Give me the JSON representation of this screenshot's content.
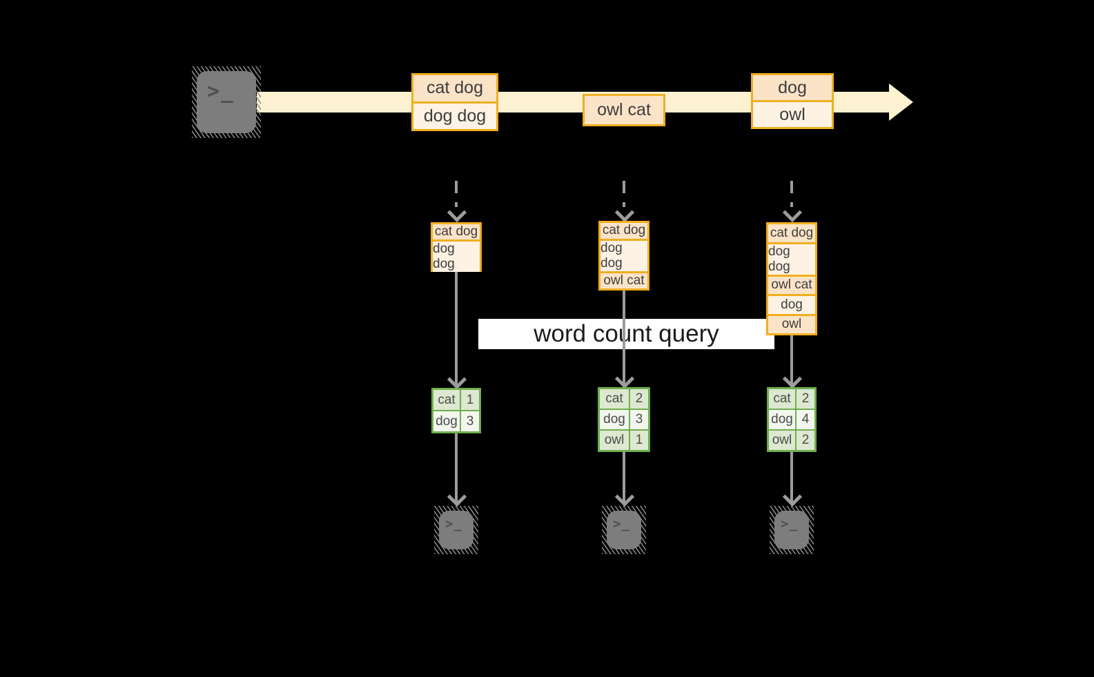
{
  "colors": {
    "background": "#000000",
    "stream_band": "#fcf2d1",
    "record_border_gold": "#f0ae1f",
    "record_cell_peach": "#fbe3c8",
    "record_cell_cream": "#fdf2e4",
    "table_border_green": "#6fae4e",
    "table_cell_sage": "#dce8d0",
    "table_cell_light": "#f3f6ee",
    "connector_grey": "#9c9c9c",
    "terminal_grey": "#7d7d7d",
    "query_label_bg": "#ffffff"
  },
  "icons": {
    "terminal_glyph": ">_"
  },
  "stream": {
    "boxes": [
      {
        "cells": [
          "cat dog",
          "dog dog"
        ]
      },
      {
        "cells": [
          "owl cat"
        ]
      },
      {
        "cells": [
          "dog",
          "owl"
        ]
      }
    ]
  },
  "buffers": [
    {
      "cells": [
        "cat dog",
        "dog dog"
      ]
    },
    {
      "cells": [
        "cat dog",
        "dog dog",
        "owl cat"
      ]
    },
    {
      "cells": [
        "cat dog",
        "dog dog",
        "owl cat",
        "dog",
        "owl"
      ]
    }
  ],
  "query": {
    "label": "word count query"
  },
  "tables": [
    {
      "rows": [
        {
          "word": "cat",
          "count": "1"
        },
        {
          "word": "dog",
          "count": "3"
        }
      ]
    },
    {
      "rows": [
        {
          "word": "cat",
          "count": "2"
        },
        {
          "word": "dog",
          "count": "3"
        },
        {
          "word": "owl",
          "count": "1"
        }
      ]
    },
    {
      "rows": [
        {
          "word": "cat",
          "count": "2"
        },
        {
          "word": "dog",
          "count": "4"
        },
        {
          "word": "owl",
          "count": "2"
        }
      ]
    }
  ]
}
